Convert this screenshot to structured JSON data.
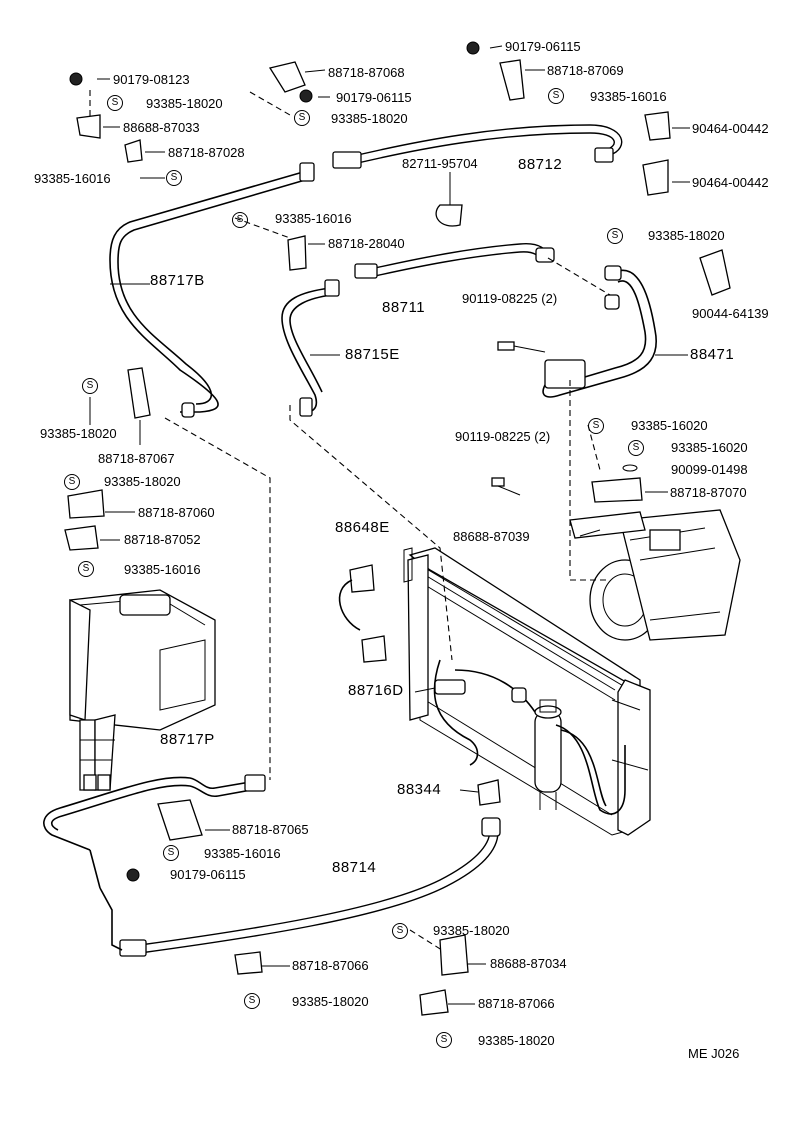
{
  "header_fragment": "",
  "footer_code": "ME J026",
  "labels": [
    {
      "id": "l1",
      "text": "90179-06115"
    },
    {
      "id": "l2",
      "text": "88718-87069"
    },
    {
      "id": "l3",
      "text": "93385-16016"
    },
    {
      "id": "l4",
      "text": "90179-08123"
    },
    {
      "id": "l5",
      "text": "88718-87068"
    },
    {
      "id": "l6",
      "text": "93385-18020"
    },
    {
      "id": "l7",
      "text": "90179-06115"
    },
    {
      "id": "l8",
      "text": "90464-00442"
    },
    {
      "id": "l9",
      "text": "93385-18020"
    },
    {
      "id": "l10",
      "text": "88688-87033"
    },
    {
      "id": "l11",
      "text": "88718-87028"
    },
    {
      "id": "l12",
      "text": "90464-00442"
    },
    {
      "id": "l13",
      "text": "93385-16016"
    },
    {
      "id": "l14",
      "text": "82711-95704"
    },
    {
      "id": "l15",
      "text": "88712"
    },
    {
      "id": "l16",
      "text": "93385-16016"
    },
    {
      "id": "l17",
      "text": "93385-18020"
    },
    {
      "id": "l18",
      "text": "88718-28040"
    },
    {
      "id": "l19",
      "text": "88717B"
    },
    {
      "id": "l20",
      "text": "90044-64139"
    },
    {
      "id": "l21",
      "text": "90119-08225 (2)"
    },
    {
      "id": "l22",
      "text": "88711"
    },
    {
      "id": "l23",
      "text": "88715E"
    },
    {
      "id": "l24",
      "text": "88471"
    },
    {
      "id": "l25",
      "text": "93385-18020"
    },
    {
      "id": "l26",
      "text": "93385-16020"
    },
    {
      "id": "l27",
      "text": "88718-87067"
    },
    {
      "id": "l28",
      "text": "90119-08225 (2)"
    },
    {
      "id": "l29",
      "text": "93385-16020"
    },
    {
      "id": "l30",
      "text": "93385-18020"
    },
    {
      "id": "l31",
      "text": "90099-01498"
    },
    {
      "id": "l32",
      "text": "88718-87060"
    },
    {
      "id": "l33",
      "text": "88718-87070"
    },
    {
      "id": "l34",
      "text": "88648E"
    },
    {
      "id": "l35",
      "text": "88718-87052"
    },
    {
      "id": "l36",
      "text": "88688-87039"
    },
    {
      "id": "l37",
      "text": "93385-16016"
    },
    {
      "id": "l38",
      "text": "88716D"
    },
    {
      "id": "l39",
      "text": "88717P"
    },
    {
      "id": "l40",
      "text": "88344"
    },
    {
      "id": "l41",
      "text": "88718-87065"
    },
    {
      "id": "l42",
      "text": "93385-16016"
    },
    {
      "id": "l43",
      "text": "90179-06115"
    },
    {
      "id": "l44",
      "text": "88714"
    },
    {
      "id": "l45",
      "text": "93385-18020"
    },
    {
      "id": "l46",
      "text": "88688-87034"
    },
    {
      "id": "l47",
      "text": "88718-87066"
    },
    {
      "id": "l48",
      "text": "93385-18020"
    },
    {
      "id": "l49",
      "text": "88718-87066"
    },
    {
      "id": "l50",
      "text": "93385-18020"
    }
  ],
  "symbols": {
    "s": "S"
  }
}
